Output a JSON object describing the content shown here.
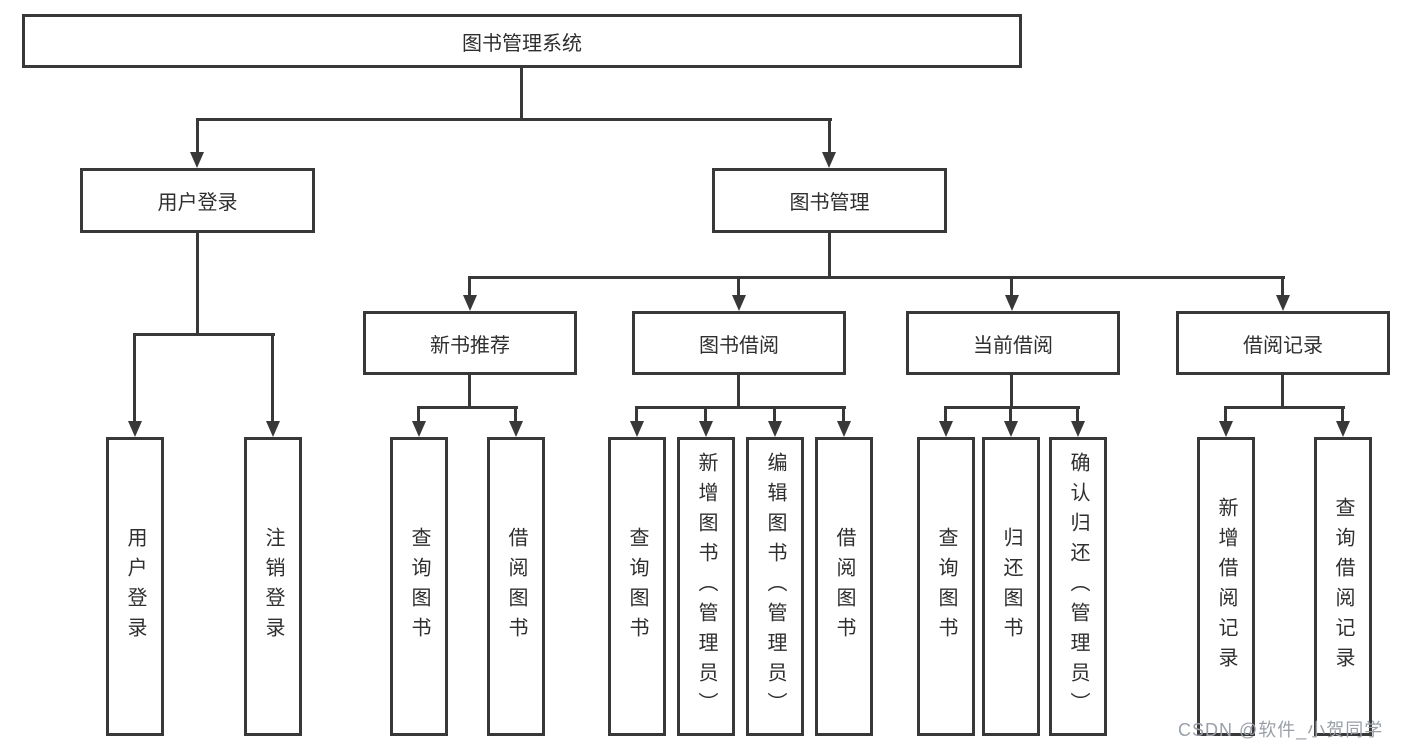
{
  "nodes": {
    "root": "图书管理系统",
    "user_login": "用户登录",
    "book_management": "图书管理",
    "new_book_recommend": "新书推荐",
    "book_borrow": "图书借阅",
    "current_borrow": "当前借阅",
    "borrow_records": "借阅记录",
    "leaf_user_login": "用户登录",
    "leaf_logout": "注销登录",
    "leaf_query_books_rec": "查询图书",
    "leaf_borrow_books_rec": "借阅图书",
    "leaf_query_books_borrow": "查询图书",
    "leaf_add_books_admin": "新增图书（管理员）",
    "leaf_edit_books_admin": "编辑图书（管理员）",
    "leaf_borrow_books_borrow": "借阅图书",
    "leaf_query_books_current": "查询图书",
    "leaf_return_books": "归还图书",
    "leaf_confirm_return_admin": "确认归还（管理员）",
    "leaf_add_borrow_record": "新增借阅记录",
    "leaf_query_borrow_record": "查询借阅记录"
  },
  "watermark": "CSDN @软件_小贺同学",
  "colors": {
    "line": "#383838",
    "text": "#2f2f2f",
    "watermark": "#9aa0a8",
    "background": "#ffffff"
  }
}
